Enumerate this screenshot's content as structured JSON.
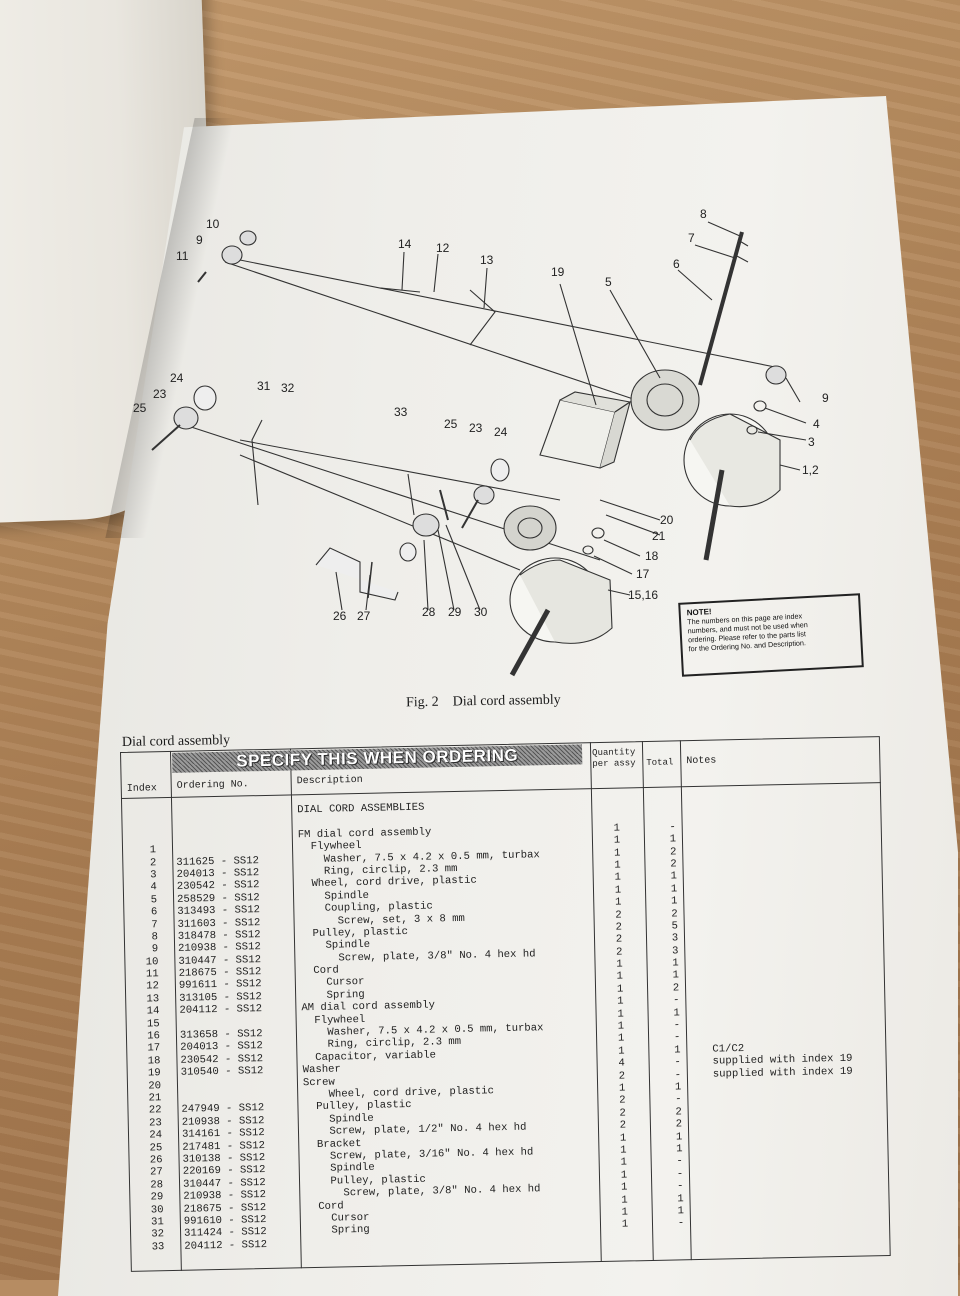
{
  "diagram": {
    "callouts": [
      "10",
      "9",
      "11",
      "14",
      "12",
      "13",
      "19",
      "5",
      "6",
      "7",
      "8",
      "9",
      "4",
      "3",
      "1,2",
      "24",
      "23",
      "25",
      "31",
      "32",
      "33",
      "25",
      "23",
      "24",
      "20",
      "21",
      "18",
      "17",
      "15,16",
      "26",
      "27",
      "28",
      "29",
      "30"
    ],
    "note": {
      "title": "NOTE!",
      "lines": [
        "The numbers on this page are index",
        "numbers, and must not be used when",
        "ordering. Please refer to the parts list",
        "for the Ordering No. and Description."
      ]
    },
    "caption": {
      "fig": "Fig. 2",
      "title": "Dial cord assembly"
    }
  },
  "section_title": "Dial cord assembly",
  "table": {
    "banner": "SPECIFY THIS WHEN ORDERING",
    "headers": {
      "index": "Index",
      "ordering": "Ordering No.",
      "description": "Description",
      "quantity_line1": "Quantity",
      "quantity_line2": "per assy",
      "total": "Total",
      "notes": "Notes"
    },
    "rows": [
      {
        "idx": "",
        "ord": "",
        "desc": "DIAL CORD ASSEMBLIES",
        "qty": "",
        "tot": "",
        "note": ""
      },
      {
        "idx": "",
        "ord": "",
        "desc": "",
        "qty": "",
        "tot": "",
        "note": ""
      },
      {
        "idx": "",
        "ord": "",
        "desc": "FM dial cord assembly",
        "qty": "1",
        "tot": "-",
        "note": ""
      },
      {
        "idx": "1",
        "ord": "",
        "desc": "  Flywheel",
        "qty": "1",
        "tot": "1",
        "note": ""
      },
      {
        "idx": "2",
        "ord": "311625 - SS12",
        "desc": "    Washer, 7.5 x 4.2 x 0.5 mm, turbax",
        "qty": "1",
        "tot": "2",
        "note": ""
      },
      {
        "idx": "3",
        "ord": "204013 - SS12",
        "desc": "    Ring, circlip, 2.3 mm",
        "qty": "1",
        "tot": "2",
        "note": ""
      },
      {
        "idx": "4",
        "ord": "230542 - SS12",
        "desc": "  Wheel, cord drive, plastic",
        "qty": "1",
        "tot": "1",
        "note": ""
      },
      {
        "idx": "5",
        "ord": "258529 - SS12",
        "desc": "    Spindle",
        "qty": "1",
        "tot": "1",
        "note": ""
      },
      {
        "idx": "6",
        "ord": "313493 - SS12",
        "desc": "    Coupling, plastic",
        "qty": "1",
        "tot": "1",
        "note": ""
      },
      {
        "idx": "7",
        "ord": "311603 - SS12",
        "desc": "      Screw, set, 3 x 8 mm",
        "qty": "2",
        "tot": "2",
        "note": ""
      },
      {
        "idx": "8",
        "ord": "318478 - SS12",
        "desc": "  Pulley, plastic",
        "qty": "2",
        "tot": "5",
        "note": ""
      },
      {
        "idx": "9",
        "ord": "210938 - SS12",
        "desc": "    Spindle",
        "qty": "2",
        "tot": "3",
        "note": ""
      },
      {
        "idx": "10",
        "ord": "310447 - SS12",
        "desc": "      Screw, plate, 3/8\" No. 4 hex hd",
        "qty": "2",
        "tot": "3",
        "note": ""
      },
      {
        "idx": "11",
        "ord": "218675 - SS12",
        "desc": "  Cord",
        "qty": "1",
        "tot": "1",
        "note": ""
      },
      {
        "idx": "12",
        "ord": "991611 - SS12",
        "desc": "    Cursor",
        "qty": "1",
        "tot": "1",
        "note": ""
      },
      {
        "idx": "13",
        "ord": "313105 - SS12",
        "desc": "    Spring",
        "qty": "1",
        "tot": "2",
        "note": ""
      },
      {
        "idx": "14",
        "ord": "204112 - SS12",
        "desc": "AM dial cord assembly",
        "qty": "1",
        "tot": "-",
        "note": ""
      },
      {
        "idx": "15",
        "ord": "",
        "desc": "  Flywheel",
        "qty": "1",
        "tot": "1",
        "note": ""
      },
      {
        "idx": "16",
        "ord": "313658 - SS12",
        "desc": "    Washer, 7.5 x 4.2 x 0.5 mm, turbax",
        "qty": "1",
        "tot": "-",
        "note": ""
      },
      {
        "idx": "17",
        "ord": "204013 - SS12",
        "desc": "    Ring, circlip, 2.3 mm",
        "qty": "1",
        "tot": "-",
        "note": ""
      },
      {
        "idx": "18",
        "ord": "230542 - SS12",
        "desc": "  Capacitor, variable",
        "qty": "1",
        "tot": "1",
        "note": "C1/C2"
      },
      {
        "idx": "19",
        "ord": "310540 - SS12",
        "desc": "Washer",
        "qty": "4",
        "tot": "-",
        "note": "supplied with index 19"
      },
      {
        "idx": "20",
        "ord": "",
        "desc": "Screw",
        "qty": "2",
        "tot": "-",
        "note": "supplied with index 19"
      },
      {
        "idx": "21",
        "ord": "",
        "desc": "    Wheel, cord drive, plastic",
        "qty": "1",
        "tot": "1",
        "note": ""
      },
      {
        "idx": "22",
        "ord": "247949 - SS12",
        "desc": "  Pulley, plastic",
        "qty": "2",
        "tot": "-",
        "note": ""
      },
      {
        "idx": "23",
        "ord": "210938 - SS12",
        "desc": "    Spindle",
        "qty": "2",
        "tot": "2",
        "note": ""
      },
      {
        "idx": "24",
        "ord": "314161 - SS12",
        "desc": "    Screw, plate, 1/2\" No. 4 hex hd",
        "qty": "2",
        "tot": "2",
        "note": ""
      },
      {
        "idx": "25",
        "ord": "217481 - SS12",
        "desc": "  Bracket",
        "qty": "1",
        "tot": "1",
        "note": ""
      },
      {
        "idx": "26",
        "ord": "310138 - SS12",
        "desc": "    Screw, plate, 3/16\" No. 4 hex hd",
        "qty": "1",
        "tot": "1",
        "note": ""
      },
      {
        "idx": "27",
        "ord": "220169 - SS12",
        "desc": "    Spindle",
        "qty": "1",
        "tot": "-",
        "note": ""
      },
      {
        "idx": "28",
        "ord": "310447 - SS12",
        "desc": "    Pulley, plastic",
        "qty": "1",
        "tot": "-",
        "note": ""
      },
      {
        "idx": "29",
        "ord": "210938 - SS12",
        "desc": "      Screw, plate, 3/8\" No. 4 hex hd",
        "qty": "1",
        "tot": "-",
        "note": ""
      },
      {
        "idx": "30",
        "ord": "218675 - SS12",
        "desc": "  Cord",
        "qty": "1",
        "tot": "1",
        "note": ""
      },
      {
        "idx": "31",
        "ord": "991610 - SS12",
        "desc": "    Cursor",
        "qty": "1",
        "tot": "1",
        "note": ""
      },
      {
        "idx": "32",
        "ord": "311424 - SS12",
        "desc": "    Spring",
        "qty": "1",
        "tot": "-",
        "note": ""
      },
      {
        "idx": "33",
        "ord": "204112 - SS12",
        "desc": "",
        "qty": "",
        "tot": "",
        "note": ""
      }
    ]
  }
}
